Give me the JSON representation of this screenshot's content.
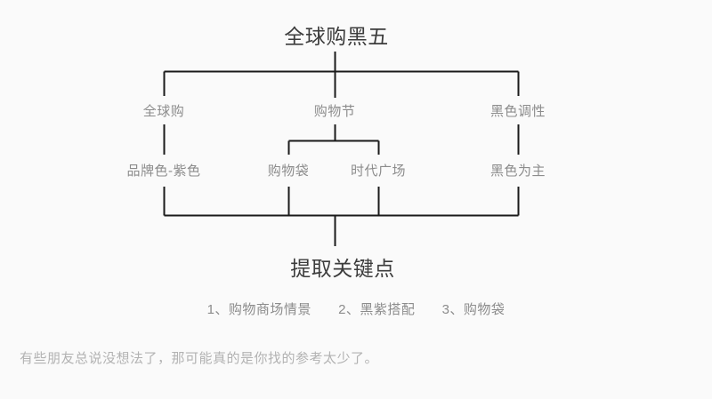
{
  "diagram": {
    "root": {
      "label": "全球购黑五"
    },
    "level2": [
      {
        "label": "全球购"
      },
      {
        "label": "购物节"
      },
      {
        "label": "黑色调性"
      }
    ],
    "level3": [
      {
        "label": "品牌色-紫色"
      },
      {
        "label": "购物袋"
      },
      {
        "label": "时代广场"
      },
      {
        "label": "黑色为主"
      }
    ],
    "summary": {
      "label": "提取关键点"
    },
    "keypoints": [
      {
        "label": "1、购物商场情景"
      },
      {
        "label": "2、黑紫搭配"
      },
      {
        "label": "3、购物袋"
      }
    ]
  },
  "footer": {
    "note": "有些朋友总说没想法了，那可能真的是你找的参考太少了。"
  },
  "colors": {
    "background": "#fafafa",
    "title_text": "#3c3c3c",
    "node_text": "#8c8c8c",
    "footer_text": "#b2b2b2",
    "line": "#1a1a1a"
  }
}
